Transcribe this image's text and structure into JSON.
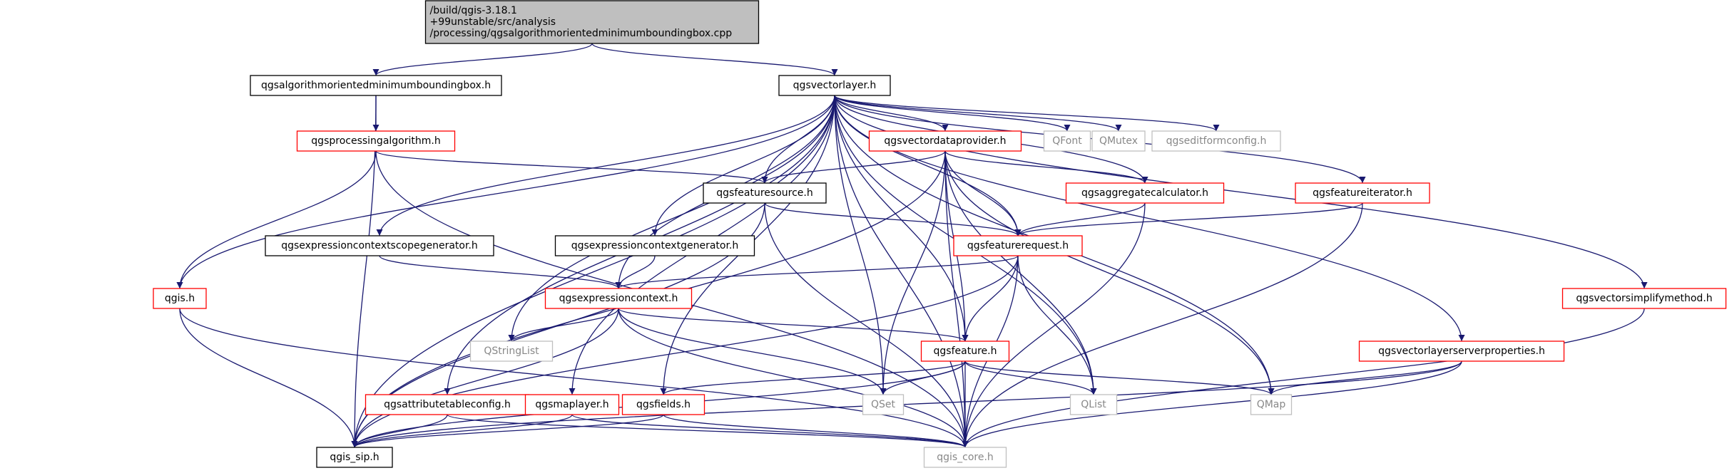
{
  "diagram": {
    "style": {
      "edge_color": "#191970",
      "root_fill": "#bfbfbf",
      "normal_stroke": "#000000",
      "expandable_stroke": "#ff0000",
      "external_stroke": "#bfbfbf",
      "external_text": "#888888"
    },
    "nodes": [
      {
        "id": "root",
        "kind": "root",
        "lines": [
          "/build/qgis-3.18.1",
          "+99unstable/src/analysis",
          "/processing/qgsalgorithmorientedminimumboundingbox.cpp"
        ]
      },
      {
        "id": "ombb_h",
        "kind": "normal",
        "lines": [
          "qgsalgorithmorientedminimumboundingbox.h"
        ]
      },
      {
        "id": "vectorlayer_h",
        "kind": "normal",
        "lines": [
          "qgsvectorlayer.h"
        ]
      },
      {
        "id": "procalg_h",
        "kind": "expandable",
        "lines": [
          "qgsprocessingalgorithm.h"
        ]
      },
      {
        "id": "vdp_h",
        "kind": "expandable",
        "lines": [
          "qgsvectordataprovider.h"
        ]
      },
      {
        "id": "qfont",
        "kind": "external",
        "lines": [
          "QFont"
        ]
      },
      {
        "id": "qmutex",
        "kind": "external",
        "lines": [
          "QMutex"
        ]
      },
      {
        "id": "editform_h",
        "kind": "external",
        "lines": [
          "qgseditformconfig.h"
        ]
      },
      {
        "id": "featsource_h",
        "kind": "normal",
        "lines": [
          "qgsfeaturesource.h"
        ]
      },
      {
        "id": "aggcalc_h",
        "kind": "expandable",
        "lines": [
          "qgsaggregatecalculator.h"
        ]
      },
      {
        "id": "featiter_h",
        "kind": "expandable",
        "lines": [
          "qgsfeatureiterator.h"
        ]
      },
      {
        "id": "ecsg_h",
        "kind": "normal",
        "lines": [
          "qgsexpressioncontextscopegenerator.h"
        ]
      },
      {
        "id": "ecg_h",
        "kind": "normal",
        "lines": [
          "qgsexpressioncontextgenerator.h"
        ]
      },
      {
        "id": "featreq_h",
        "kind": "expandable",
        "lines": [
          "qgsfeaturerequest.h"
        ]
      },
      {
        "id": "qgis_h",
        "kind": "expandable",
        "lines": [
          "qgis.h"
        ]
      },
      {
        "id": "exprctx_h",
        "kind": "expandable",
        "lines": [
          "qgsexpressioncontext.h"
        ]
      },
      {
        "id": "simplify_h",
        "kind": "expandable",
        "lines": [
          "qgsvectorsimplifymethod.h"
        ]
      },
      {
        "id": "qstringlist",
        "kind": "external",
        "lines": [
          "QStringList"
        ]
      },
      {
        "id": "feature_h",
        "kind": "expandable",
        "lines": [
          "qgsfeature.h"
        ]
      },
      {
        "id": "vlsp_h",
        "kind": "expandable",
        "lines": [
          "qgsvectorlayerserverproperties.h"
        ]
      },
      {
        "id": "qset",
        "kind": "external",
        "lines": [
          "QSet"
        ]
      },
      {
        "id": "qlist",
        "kind": "external",
        "lines": [
          "QList"
        ]
      },
      {
        "id": "qmap",
        "kind": "external",
        "lines": [
          "QMap"
        ]
      },
      {
        "id": "attrtable_h",
        "kind": "expandable",
        "lines": [
          "qgsattributetableconfig.h"
        ]
      },
      {
        "id": "maplayer_h",
        "kind": "expandable",
        "lines": [
          "qgsmaplayer.h"
        ]
      },
      {
        "id": "fields_h",
        "kind": "expandable",
        "lines": [
          "qgsfields.h"
        ]
      },
      {
        "id": "sip_h",
        "kind": "normal",
        "lines": [
          "qgis_sip.h"
        ]
      },
      {
        "id": "core_h",
        "kind": "external",
        "lines": [
          "qgis_core.h"
        ]
      }
    ],
    "edges": [
      [
        "root",
        "ombb_h"
      ],
      [
        "root",
        "vectorlayer_h"
      ],
      [
        "ombb_h",
        "procalg_h"
      ],
      [
        "ombb_h",
        "sip_h"
      ],
      [
        "vectorlayer_h",
        "core_h"
      ],
      [
        "vectorlayer_h",
        "qmap"
      ],
      [
        "vectorlayer_h",
        "qset"
      ],
      [
        "vectorlayer_h",
        "qlist"
      ],
      [
        "vectorlayer_h",
        "qstringlist"
      ],
      [
        "vectorlayer_h",
        "qfont"
      ],
      [
        "vectorlayer_h",
        "qmutex"
      ],
      [
        "vectorlayer_h",
        "maplayer_h"
      ],
      [
        "vectorlayer_h",
        "qgis_h"
      ],
      [
        "vectorlayer_h",
        "fields_h"
      ],
      [
        "vectorlayer_h",
        "vdp_h"
      ],
      [
        "vectorlayer_h",
        "editform_h"
      ],
      [
        "vectorlayer_h",
        "featsource_h"
      ],
      [
        "vectorlayer_h",
        "featreq_h"
      ],
      [
        "vectorlayer_h",
        "feature_h"
      ],
      [
        "vectorlayer_h",
        "featiter_h"
      ],
      [
        "vectorlayer_h",
        "exprctx_h"
      ],
      [
        "vectorlayer_h",
        "ecsg_h"
      ],
      [
        "vectorlayer_h",
        "ecg_h"
      ],
      [
        "vectorlayer_h",
        "attrtable_h"
      ],
      [
        "vectorlayer_h",
        "aggcalc_h"
      ],
      [
        "vectorlayer_h",
        "vlsp_h"
      ],
      [
        "vectorlayer_h",
        "simplify_h"
      ],
      [
        "vectorlayer_h",
        "sip_h"
      ],
      [
        "procalg_h",
        "featsource_h"
      ],
      [
        "procalg_h",
        "qgis_h"
      ],
      [
        "procalg_h",
        "core_h"
      ],
      [
        "vdp_h",
        "featsource_h"
      ],
      [
        "vdp_h",
        "aggcalc_h"
      ],
      [
        "vdp_h",
        "featreq_h"
      ],
      [
        "vdp_h",
        "feature_h"
      ],
      [
        "vdp_h",
        "qset"
      ],
      [
        "vdp_h",
        "qlist"
      ],
      [
        "vdp_h",
        "qmap"
      ],
      [
        "vdp_h",
        "core_h"
      ],
      [
        "vdp_h",
        "sip_h"
      ],
      [
        "featsource_h",
        "featreq_h"
      ],
      [
        "featsource_h",
        "core_h"
      ],
      [
        "featsource_h",
        "sip_h"
      ],
      [
        "aggcalc_h",
        "featreq_h"
      ],
      [
        "aggcalc_h",
        "core_h"
      ],
      [
        "featiter_h",
        "featreq_h"
      ],
      [
        "featiter_h",
        "core_h"
      ],
      [
        "ecsg_h",
        "exprctx_h"
      ],
      [
        "ecg_h",
        "exprctx_h"
      ],
      [
        "featreq_h",
        "exprctx_h"
      ],
      [
        "featreq_h",
        "feature_h"
      ],
      [
        "featreq_h",
        "qlist"
      ],
      [
        "featreq_h",
        "core_h"
      ],
      [
        "featreq_h",
        "sip_h"
      ],
      [
        "qgis_h",
        "sip_h"
      ],
      [
        "qgis_h",
        "core_h"
      ],
      [
        "exprctx_h",
        "qstringlist"
      ],
      [
        "exprctx_h",
        "feature_h"
      ],
      [
        "exprctx_h",
        "qset"
      ],
      [
        "exprctx_h",
        "core_h"
      ],
      [
        "exprctx_h",
        "sip_h"
      ],
      [
        "simplify_h",
        "core_h"
      ],
      [
        "feature_h",
        "fields_h"
      ],
      [
        "feature_h",
        "qset"
      ],
      [
        "feature_h",
        "qlist"
      ],
      [
        "feature_h",
        "qmap"
      ],
      [
        "feature_h",
        "core_h"
      ],
      [
        "feature_h",
        "sip_h"
      ],
      [
        "vlsp_h",
        "qmap"
      ],
      [
        "vlsp_h",
        "core_h"
      ],
      [
        "vlsp_h",
        "sip_h"
      ],
      [
        "attrtable_h",
        "sip_h"
      ],
      [
        "attrtable_h",
        "core_h"
      ],
      [
        "maplayer_h",
        "sip_h"
      ],
      [
        "maplayer_h",
        "core_h"
      ],
      [
        "fields_h",
        "sip_h"
      ],
      [
        "fields_h",
        "core_h"
      ]
    ]
  }
}
